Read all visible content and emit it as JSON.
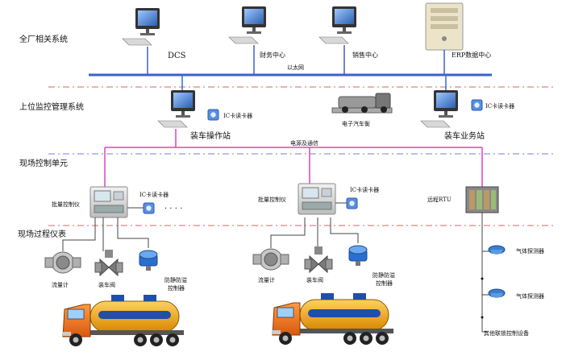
{
  "sections": {
    "plant": "全厂相关系统",
    "upper": "上位监控管理系统",
    "field_control": "现场控制单元",
    "field_instrument": "现场过程仪表"
  },
  "plant_nodes": {
    "dcs": "DCS",
    "finance": "财务中心",
    "sales": "销售中心",
    "erp": "ERP数据中心"
  },
  "network": {
    "ethernet": "以太网",
    "power_comm": "电源及通信"
  },
  "upper_nodes": {
    "ic_reader_1": "IC卡读卡器",
    "loading_station": "装车操作站",
    "truck_scale": "电子汽车衡",
    "ic_reader_2": "IC卡读卡器",
    "loading_business": "装车业务站"
  },
  "field_nodes": {
    "batch_controller_1": "批量控制仪",
    "ic_reader_3": "IC卡读卡器",
    "dots": "·    ·    ·    ·",
    "batch_controller_2": "批量控制仪",
    "ic_reader_4": "IC卡读卡器",
    "rtu": "远程RTU"
  },
  "instruments": {
    "flowmeter_1": "流量计",
    "valve_1": "装车阀",
    "overflow_1": "防静防溢",
    "overflow_1b": "控制器",
    "flowmeter_2": "流量计",
    "valve_2": "装车阀",
    "overflow_2": "防静防溢",
    "overflow_2b": "控制器",
    "gas_1": "气体探测器",
    "gas_2": "气体探测器",
    "other": "其他联锁控制设备"
  },
  "colors": {
    "ethernet": "#3a5fd0",
    "pink": "#e040c0",
    "blue_line": "#2e6fd8",
    "dash_red": "#e06060",
    "dash_blue": "#7080e0",
    "truck_tank": "#f0a000",
    "truck_cab": "#f07820"
  }
}
